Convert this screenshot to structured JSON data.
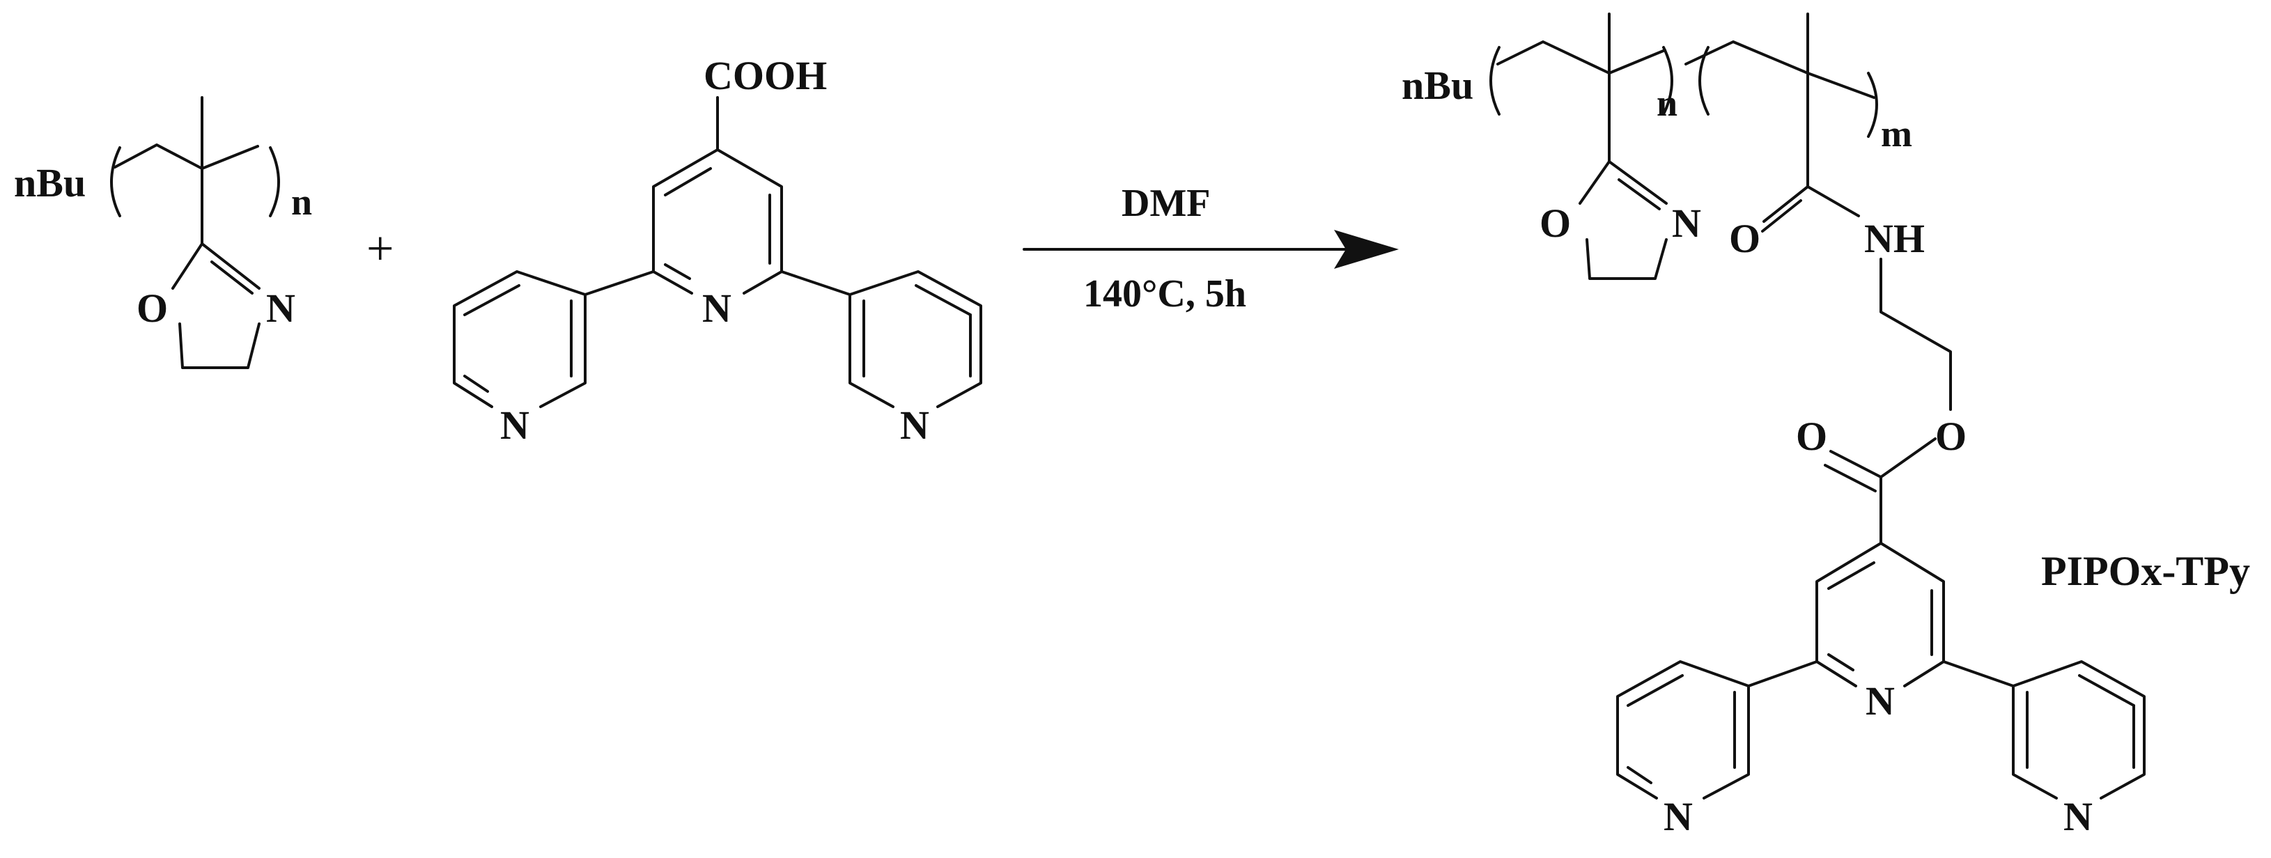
{
  "reactant_polymer": {
    "end_group": "nBu",
    "repeat_subscript": "n",
    "ring_O": "O",
    "ring_N": "N"
  },
  "plus_sign": "+",
  "reactant_terpyridine": {
    "acid_group": "COOH",
    "central_N": "N",
    "left_ring_N": "N",
    "right_ring_N": "N"
  },
  "conditions": {
    "solvent": "DMF",
    "temperature_time": "140°C, 5h"
  },
  "product": {
    "end_group": "nBu",
    "subscript_n": "n",
    "subscript_m": "m",
    "ring_O": "O",
    "ring_N": "N",
    "amide_O": "O",
    "amide_NH": "NH",
    "ester_O_carbonyl": "O",
    "ester_O": "O",
    "central_N": "N",
    "left_ring_N": "N",
    "right_ring_N": "N",
    "name": "PIPOx-TPy"
  },
  "colors": {
    "ink": "#111111",
    "background": "#ffffff"
  }
}
